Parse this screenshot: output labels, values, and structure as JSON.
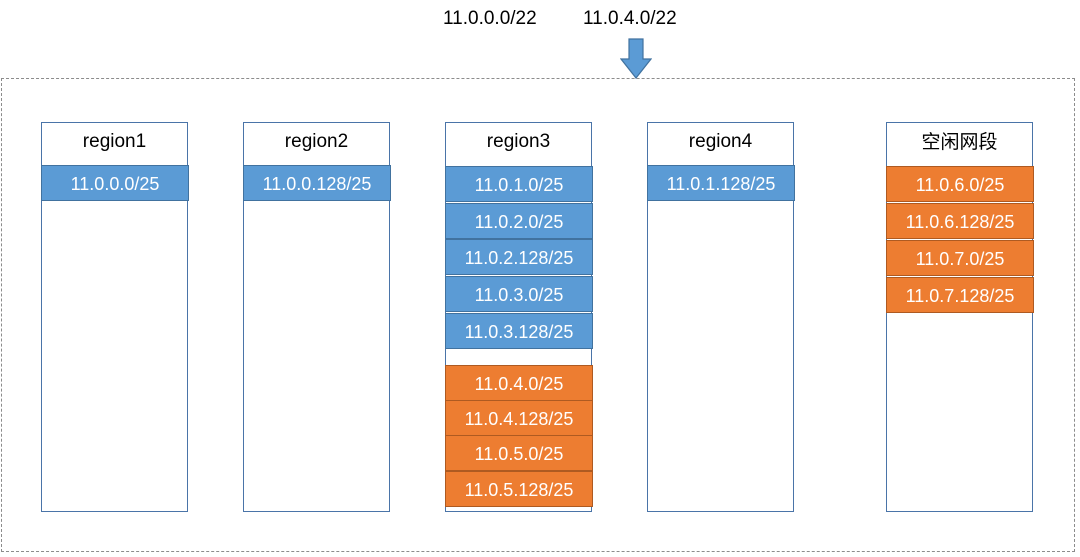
{
  "header": {
    "label_a": "11.0.0.0/22",
    "label_b": "11.0.4.0/22"
  },
  "colors": {
    "allocated": "#5b9bd5",
    "free": "#ed7d31",
    "border": "#4a74a8"
  },
  "columns": [
    {
      "title": "region1",
      "blocks": [
        {
          "cidr": "11.0.0.0/25",
          "state": "allocated"
        }
      ]
    },
    {
      "title": "region2",
      "blocks": [
        {
          "cidr": "11.0.0.128/25",
          "state": "allocated"
        }
      ]
    },
    {
      "title": "region3",
      "blocks": [
        {
          "cidr": "11.0.1.0/25",
          "state": "allocated"
        },
        {
          "cidr": "11.0.2.0/25",
          "state": "allocated"
        },
        {
          "cidr": "11.0.2.128/25",
          "state": "allocated"
        },
        {
          "cidr": "11.0.3.0/25",
          "state": "allocated"
        },
        {
          "cidr": "11.0.3.128/25",
          "state": "allocated"
        },
        {
          "cidr": "11.0.4.0/25",
          "state": "free"
        },
        {
          "cidr": "11.0.4.128/25",
          "state": "free"
        },
        {
          "cidr": "11.0.5.0/25",
          "state": "free"
        },
        {
          "cidr": "11.0.5.128/25",
          "state": "free"
        }
      ]
    },
    {
      "title": "region4",
      "blocks": [
        {
          "cidr": "11.0.1.128/25",
          "state": "allocated"
        }
      ]
    },
    {
      "title": "空闲网段",
      "blocks": [
        {
          "cidr": "11.0.6.0/25",
          "state": "free"
        },
        {
          "cidr": "11.0.6.128/25",
          "state": "free"
        },
        {
          "cidr": "11.0.7.0/25",
          "state": "free"
        },
        {
          "cidr": "11.0.7.128/25",
          "state": "free"
        }
      ]
    }
  ]
}
